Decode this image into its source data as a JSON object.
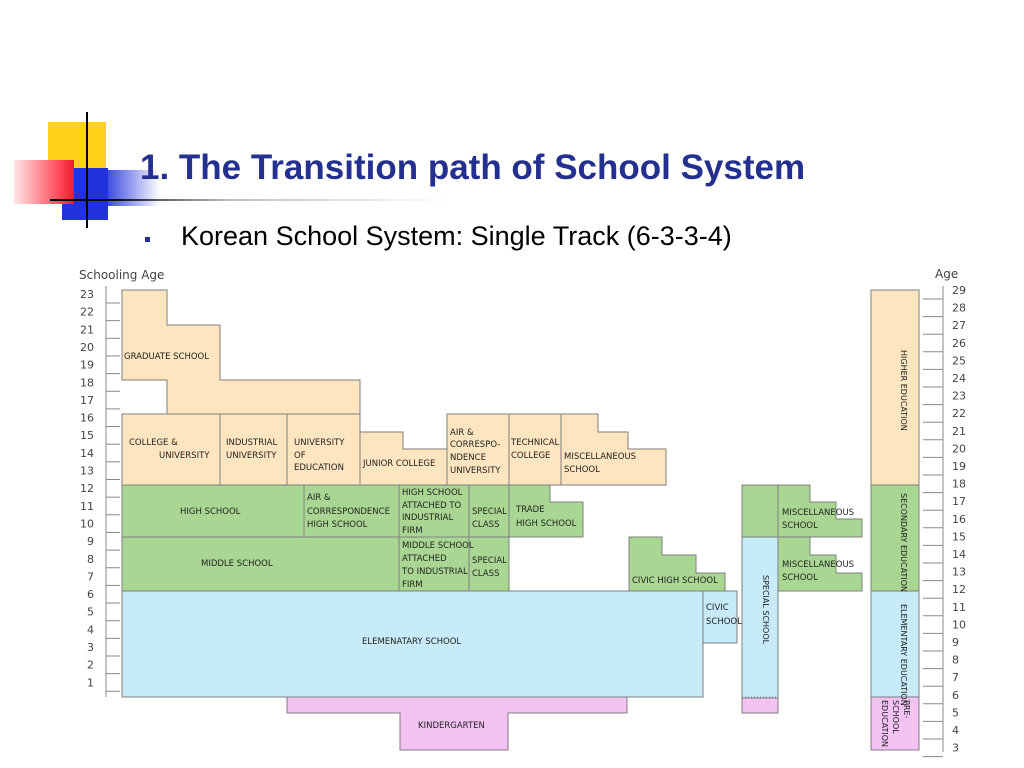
{
  "slide": {
    "title": "1. The Transition path of School System",
    "bullet": "Korean School System: Single Track (6-3-3-4)"
  },
  "colors": {
    "higher": "#fce5bf",
    "secondary": "#a9d793",
    "elementary": "#c7ebf8",
    "preschool": "#f2c2f2",
    "title": "#24308f"
  },
  "diagram": {
    "left_axis": {
      "title": "Schooling Age",
      "ticks": [
        "23",
        "22",
        "21",
        "20",
        "19",
        "18",
        "17",
        "16",
        "15",
        "14",
        "13",
        "12",
        "11",
        "10",
        "9",
        "8",
        "7",
        "6",
        "5",
        "4",
        "3",
        "2",
        "1"
      ]
    },
    "right_axis": {
      "title": "Age",
      "ticks": [
        "29",
        "28",
        "27",
        "26",
        "25",
        "24",
        "23",
        "22",
        "21",
        "20",
        "19",
        "18",
        "17",
        "16",
        "15",
        "14",
        "13",
        "12",
        "11",
        "10",
        "9",
        "8",
        "7",
        "6",
        "5",
        "4",
        "3"
      ]
    },
    "boxes": {
      "graduate": "GRADUATE SCHOOL",
      "college_l1": "COLLEGE &",
      "college_l2": "UNIVERSITY",
      "industrial_l1": "INDUSTRIAL",
      "industrial_l2": "UNIVERSITY",
      "education_l1": "UNIVERSITY",
      "education_l2": "OF",
      "education_l3": "EDUCATION",
      "junior": "JUNIOR COLLEGE",
      "air_univ_l1": "AIR &",
      "air_univ_l2": "CORRESPO-",
      "air_univ_l3": "NDENCE",
      "air_univ_l4": "UNIVERSITY",
      "technical_l1": "TECHNICAL",
      "technical_l2": "COLLEGE",
      "misc_higher_l1": "MISCELLANEOUS",
      "misc_higher_l2": "SCHOOL",
      "high": "HIGH SCHOOL",
      "air_high_l1": "AIR &",
      "air_high_l2": "CORRESPONDENCE",
      "air_high_l3": "HIGH SCHOOL",
      "hs_firm_l1": "HIGH SCHOOL",
      "hs_firm_l2": "ATTACHED TO",
      "hs_firm_l3": "INDUSTRIAL",
      "hs_firm_l4": "FIRM",
      "special_class_hs_l1": "SPECIAL",
      "special_class_hs_l2": "CLASS",
      "trade_l1": "TRADE",
      "trade_l2": "HIGH SCHOOL",
      "middle": "MIDDLE SCHOOL",
      "ms_firm_l1": "MIDDLE SCHOOL",
      "ms_firm_l2": "ATTACHED",
      "ms_firm_l3": "TO INDUSTRIAL",
      "ms_firm_l4": "FIRM",
      "special_class_ms_l1": "SPECIAL",
      "special_class_ms_l2": "CLASS",
      "civic_high": "CIVIC HIGH SCHOOL",
      "special_school": "SPECIAL SCHOOL",
      "misc_sec_l1": "MISCELLANEOUS",
      "misc_sec_l2": "SCHOOL",
      "misc_mid_l1": "MISCELLANEOUS",
      "misc_mid_l2": "SCHOOL",
      "elementary": "ELEMENATARY SCHOOL",
      "civic_l1": "CIVIC",
      "civic_l2": "SCHOOL",
      "kindergarten": "KINDERGARTEN"
    },
    "stages": {
      "higher": "HIGHER EDUCATION",
      "secondary": "SECONDARY EDUCATION",
      "elementary": "ELEMENTARY EDUCATION",
      "preschool": "PRE-SCHOOL EDUCATION"
    }
  }
}
